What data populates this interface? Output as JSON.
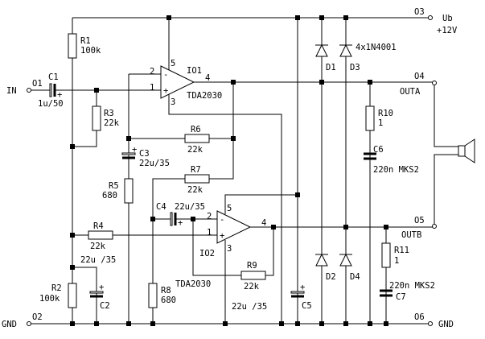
{
  "title": "",
  "ports": {
    "o1": "O1",
    "o2": "O2",
    "o3": "O3",
    "o4": "O4",
    "o5": "O5",
    "o6": "O6",
    "in": "IN",
    "gnd_left": "GND",
    "gnd_right": "GND",
    "ub": "Ub",
    "ub_value": "+12V",
    "outa": "OUTA",
    "outb": "OUTB"
  },
  "components": {
    "r1": {
      "name": "R1",
      "value": "100k"
    },
    "r2": {
      "name": "R2",
      "value": "100k"
    },
    "r3": {
      "name": "R3",
      "value": "22k"
    },
    "r4": {
      "name": "R4",
      "value": "22k"
    },
    "r5": {
      "name": "R5",
      "value": "680"
    },
    "r6": {
      "name": "R6",
      "value": "22k"
    },
    "r7": {
      "name": "R7",
      "value": "22k"
    },
    "r8": {
      "name": "R8",
      "value": "680"
    },
    "r9": {
      "name": "R9",
      "value": "22k"
    },
    "r10": {
      "name": "R10",
      "value": "1"
    },
    "r11": {
      "name": "R11",
      "value": "1"
    },
    "c1": {
      "name": "C1",
      "value": "1u/50"
    },
    "c2": {
      "name": "C2",
      "value": "22u /35"
    },
    "c3": {
      "name": "C3",
      "value": "22u/35"
    },
    "c4": {
      "name": "C4",
      "value": "22u/35"
    },
    "c5": {
      "name": "C5",
      "value": "22u /35"
    },
    "c6": {
      "name": "C6",
      "value": "220n MKS2"
    },
    "c7": {
      "name": "C7",
      "value": "220n MKS2"
    },
    "d1": {
      "name": "D1"
    },
    "d2": {
      "name": "D2"
    },
    "d3": {
      "name": "D3"
    },
    "d4": {
      "name": "D4"
    },
    "diodes_value": "4x1N4001",
    "io1": {
      "name": "IO1",
      "type": "TDA2030",
      "pins": {
        "in_minus": "2",
        "in_plus": "1",
        "out": "4",
        "vplus": "5",
        "vminus": "3"
      },
      "minus": "-",
      "plus": "+"
    },
    "io2": {
      "name": "IO2",
      "type": "TDA2030",
      "pins": {
        "in_minus": "2",
        "in_plus": "1",
        "out": "4",
        "vplus": "5",
        "vminus": "3"
      },
      "minus": "-",
      "plus": "+"
    },
    "polarity": "+"
  }
}
